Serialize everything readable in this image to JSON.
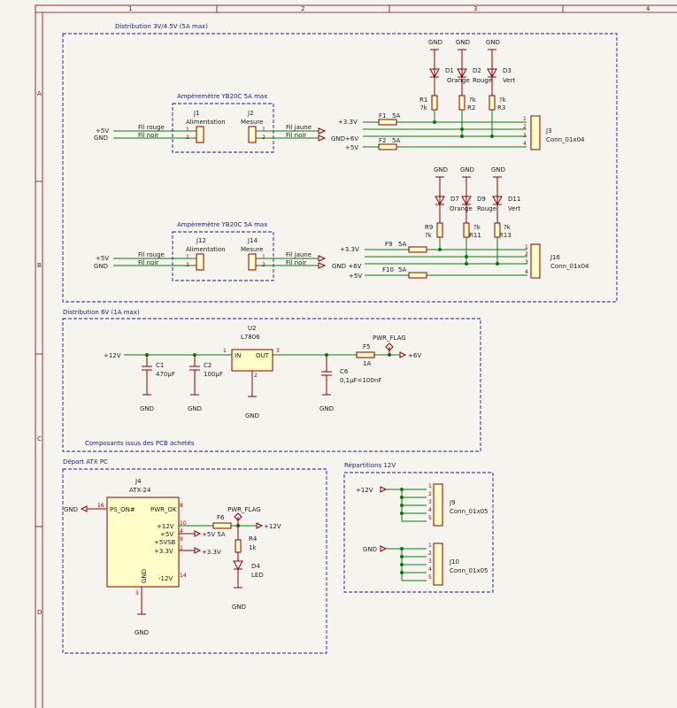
{
  "grid": {
    "cols": [
      "1",
      "2",
      "3",
      "4"
    ],
    "rows": [
      "A",
      "B",
      "C",
      "D"
    ]
  },
  "sections": {
    "dist33": "Distribution 3V/4.5V (5A max)",
    "dist6": "Distribution 6V (1A max)",
    "atx": "Départ ATX PC",
    "rep12": "Répartitions 12V",
    "pcb_note": "Composants issus des PCB achetés"
  },
  "amp": {
    "title": "Ampèremètre YB20C 5A max",
    "j1": "J1",
    "j2": "J2",
    "j12": "J12",
    "j14": "J14",
    "alim": "Alimentation",
    "mesure": "Mesure",
    "fil_rouge": "Fil rouge",
    "fil_noir": "Fil noir",
    "fil_jaune": "Fil jaune",
    "p5v": "+5V",
    "gnd": "GND",
    "p1": "1",
    "p2": "2"
  },
  "top": {
    "gnd": "GND",
    "d1": "D1",
    "d2": "D2",
    "d3": "D3",
    "orange": "Orange",
    "rouge": "Rouge",
    "vert": "Vert",
    "r1": "R1",
    "r2": "R2",
    "r3": "R3",
    "rval": "?k",
    "v33": "+3.3V",
    "gnd6": "GND+6V",
    "v5": "+5V",
    "f1": "F1",
    "f2": "F2",
    "a5": "5A",
    "j3": "J3",
    "conn": "Conn_01x04",
    "n1": "1",
    "n2": "2",
    "n3": "3",
    "n4": "4"
  },
  "mid": {
    "gnd": "GND",
    "d7": "D7",
    "d9": "D9",
    "d11": "D11",
    "orange": "Orange",
    "rouge": "Rouge",
    "vert": "Vert",
    "r9": "R9",
    "r11": "R11",
    "r13": "R13",
    "rval": "?k",
    "v33": "+3.3V",
    "gnd6": "GND +6V",
    "v5": "+5V",
    "f9": "F9",
    "f10": "F10",
    "a5": "5A",
    "j16": "J16",
    "conn": "Conn_01x04"
  },
  "reg": {
    "p12": "+12V",
    "c1": "C1",
    "c1v": "470µF",
    "c2": "C2",
    "c2v": "100µF",
    "u2": "U2",
    "l7806": "L7806",
    "in": "IN",
    "out": "OUT",
    "p1": "1",
    "p2": "2",
    "p3": "3",
    "c6": "C6",
    "c6v": "0,1µF=100nF",
    "f5": "F5",
    "f5v": "1A",
    "pwr": "PWR_FLAG",
    "p6": "+6V",
    "gnd": "GND"
  },
  "atxd": {
    "j4": "J4",
    "atx24": "ATX-24",
    "gnd": "GND",
    "ps_on": "PS_ON#",
    "pwr_ok": "PWR_OK",
    "n16": "16",
    "n8": "8",
    "n10": "10",
    "n4": "4",
    "n9": "9",
    "n1": "1",
    "n14": "14",
    "n3": "3",
    "p12": "+12V",
    "p5": "+5V",
    "p5sb": "+5VSB",
    "p33": "+3.3V",
    "m12": "-12V",
    "f6": "F6",
    "v5a": "+5V 5A",
    "pwr": "PWR_FLAG",
    "v12": "+12V",
    "r4": "R4",
    "r4v": "1k",
    "d4": "D4",
    "led": "LED",
    "v33": "+3.3V"
  },
  "rep": {
    "p12": "+12V",
    "gnd": "GND",
    "j9": "J9",
    "j10": "J10",
    "conn": "Conn_01x05",
    "n1": "1",
    "n2": "2",
    "n3": "3",
    "n4": "4",
    "n5": "5"
  }
}
